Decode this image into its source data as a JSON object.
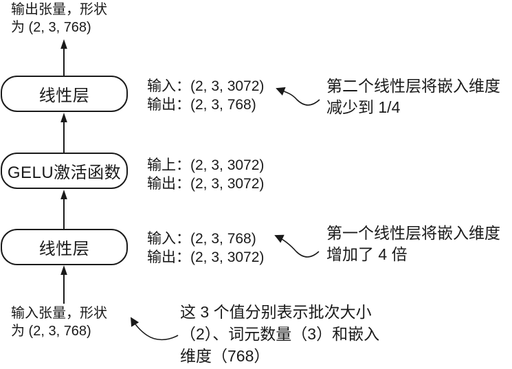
{
  "diagram": {
    "top_label": {
      "line1": "输出张量，形状",
      "line2": "为 (2, 3, 768)"
    },
    "bottom_label": {
      "line1": "输入张量，形状",
      "line2": "为 (2, 3, 768)"
    },
    "blocks": [
      {
        "label": "线性层",
        "io": {
          "line1": "输入：(2, 3, 3072)",
          "line2": "输出：(2, 3, 768)"
        }
      },
      {
        "label": "GELU激活函数",
        "io": {
          "line1": "输上：(2, 3, 3072)",
          "line2": "输出：(2, 3, 3072)"
        }
      },
      {
        "label": "线性层",
        "io": {
          "line1": "输入：(2, 3, 768)",
          "line2": "输出：(2, 3, 3072)"
        }
      }
    ],
    "annotations": {
      "second_linear": {
        "line1": "第二个线性层将嵌入维度",
        "line2": "减少到 1/4"
      },
      "first_linear": {
        "line1": "第一个线性层将嵌入维度",
        "line2": "增加了 4 倍"
      },
      "tensor_shape": {
        "line1": "这 3 个值分别表示批次大小",
        "line2": "（2）、词元数量（3）和嵌入",
        "line3": "维度（768）"
      }
    },
    "colors": {
      "ink": "#1a1a1a",
      "box_fill": "#ffffff",
      "background": "#ffffff"
    }
  }
}
